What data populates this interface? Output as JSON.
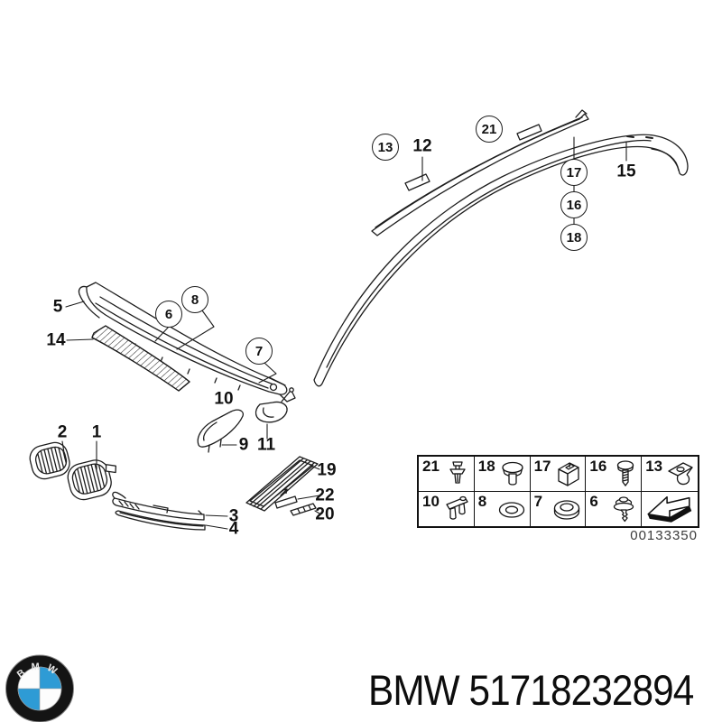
{
  "page": {
    "background": "#ffffff",
    "line_color": "#1d1d1d"
  },
  "callouts": {
    "circled": [
      {
        "label": "13"
      },
      {
        "label": "21"
      },
      {
        "label": "17"
      },
      {
        "label": "16"
      },
      {
        "label": "18"
      },
      {
        "label": "6"
      },
      {
        "label": "8"
      },
      {
        "label": "7"
      }
    ],
    "plain": [
      {
        "label": "12"
      },
      {
        "label": "15"
      },
      {
        "label": "5"
      },
      {
        "label": "14"
      },
      {
        "label": "10"
      },
      {
        "label": "9"
      },
      {
        "label": "11"
      },
      {
        "label": "2"
      },
      {
        "label": "1"
      },
      {
        "label": "3"
      },
      {
        "label": "4"
      },
      {
        "label": "19"
      },
      {
        "label": "22"
      },
      {
        "label": "20"
      }
    ]
  },
  "legend": {
    "image_number": "00133350",
    "cells": [
      {
        "num": "21",
        "icon": "expanding-rivet-icon"
      },
      {
        "num": "18",
        "icon": "dome-plug-icon"
      },
      {
        "num": "17",
        "icon": "clip-nut-icon"
      },
      {
        "num": "16",
        "icon": "screw-icon"
      },
      {
        "num": "13",
        "icon": "body-nut-clip-icon"
      },
      {
        "num": "10",
        "icon": "prong-clip-icon"
      },
      {
        "num": "8",
        "icon": "washer-icon"
      },
      {
        "num": "7",
        "icon": "grommet-icon"
      },
      {
        "num": "6",
        "icon": "push-rivet-icon"
      },
      {
        "num": "",
        "icon": "direction-arrow-icon"
      }
    ]
  },
  "logo": {
    "letters": "BMW",
    "blue": "#2E9BD5",
    "ring": "#141414"
  },
  "footer": {
    "part_text": "BMW 51718232894"
  }
}
